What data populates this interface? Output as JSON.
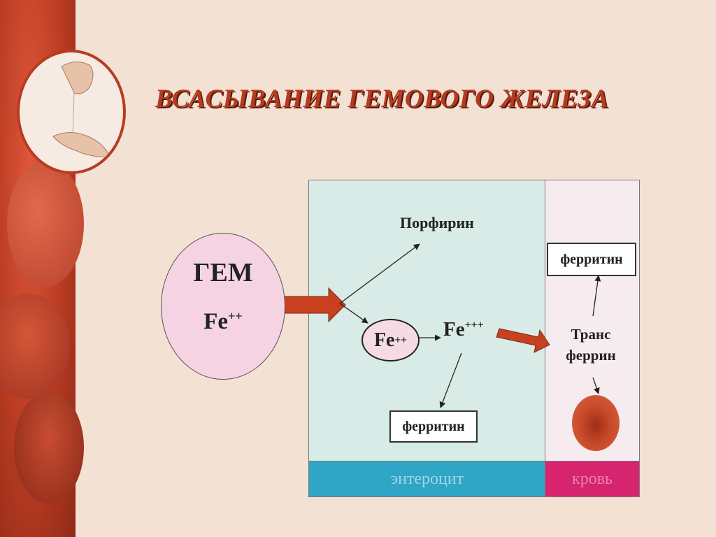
{
  "title": "ВСАСЫВАНИЕ ГЕМОВОГО ЖЕЛЕЗА",
  "gem": {
    "line1": "ГЕМ",
    "fe_base": "Fe",
    "fe_charge": "++"
  },
  "porphyrin": "Порфирин",
  "fe2": {
    "base": "Fe",
    "charge": "++"
  },
  "fe3": {
    "base": "Fe",
    "charge": "+++"
  },
  "ferritin_enterocyte": "ферритин",
  "ferritin_blood": "ферритин",
  "transferrin": {
    "line1": "Транс",
    "line2": "феррин"
  },
  "compartments": {
    "enterocyte": "энтероцит",
    "blood": "кровь"
  },
  "colors": {
    "title": "#b43b1f",
    "enterocyte": "#d9ebe6",
    "enterocyte_bar": "#2fa6c6",
    "blood_bar": "#d6246f",
    "big_arrow": "#c8401f"
  }
}
